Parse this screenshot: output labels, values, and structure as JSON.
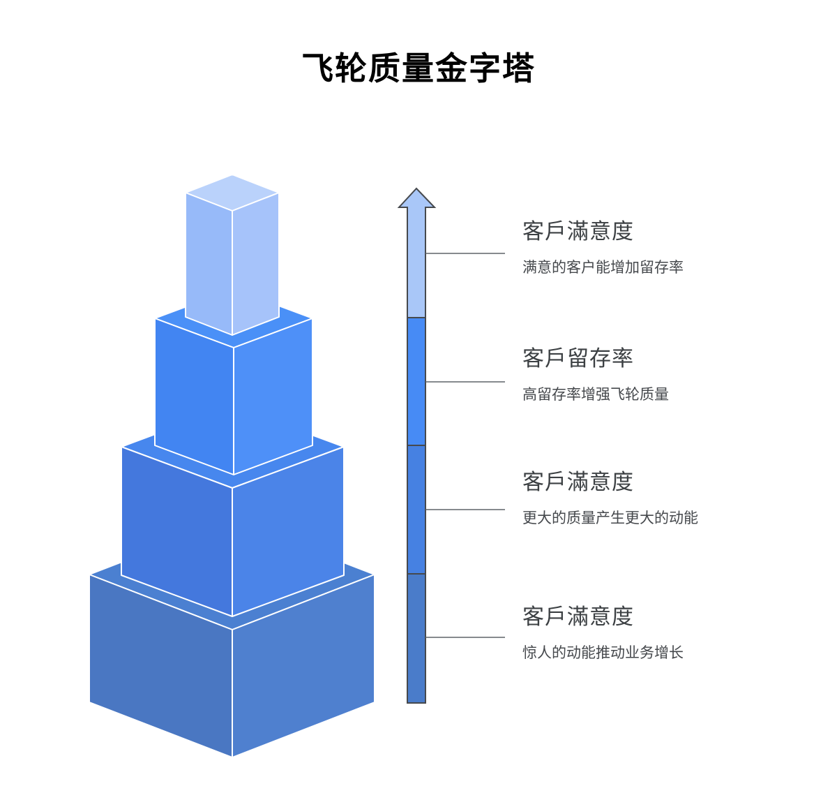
{
  "title": "飞轮质量金字塔",
  "colors": {
    "background": "#ffffff",
    "title_text": "#000000",
    "heading_text": "#3c4043",
    "description_text": "#45484c",
    "block_stroke": "#ffffff",
    "arrow_stroke": "#46494d",
    "connector_line": "#5f6368"
  },
  "levels": [
    {
      "heading": "客戶滿意度",
      "description": "满意的客户能增加留存率",
      "arrow_color": "#a9c7f8",
      "faces": {
        "top": "#bad2fb",
        "left": "#97baf9",
        "right": "#a6c3fa"
      }
    },
    {
      "heading": "客戶留存率",
      "description": "高留存率增强飞轮质量",
      "arrow_color": "#478bf5",
      "faces": {
        "top": "#4a90f7",
        "left": "#4285f2",
        "right": "#4e90f8"
      }
    },
    {
      "heading": "客戶滿意度",
      "description": "更大的质量产生更大的动能",
      "arrow_color": "#4681e2",
      "faces": {
        "top": "#4787ee",
        "left": "#4478dd",
        "right": "#4b84e8"
      }
    },
    {
      "heading": "客戶滿意度",
      "description": "惊人的动能推动业务增长",
      "arrow_color": "#4a7cca",
      "faces": {
        "top": "#4b80d1",
        "left": "#4a77c2",
        "right": "#4f80cf"
      }
    }
  ]
}
